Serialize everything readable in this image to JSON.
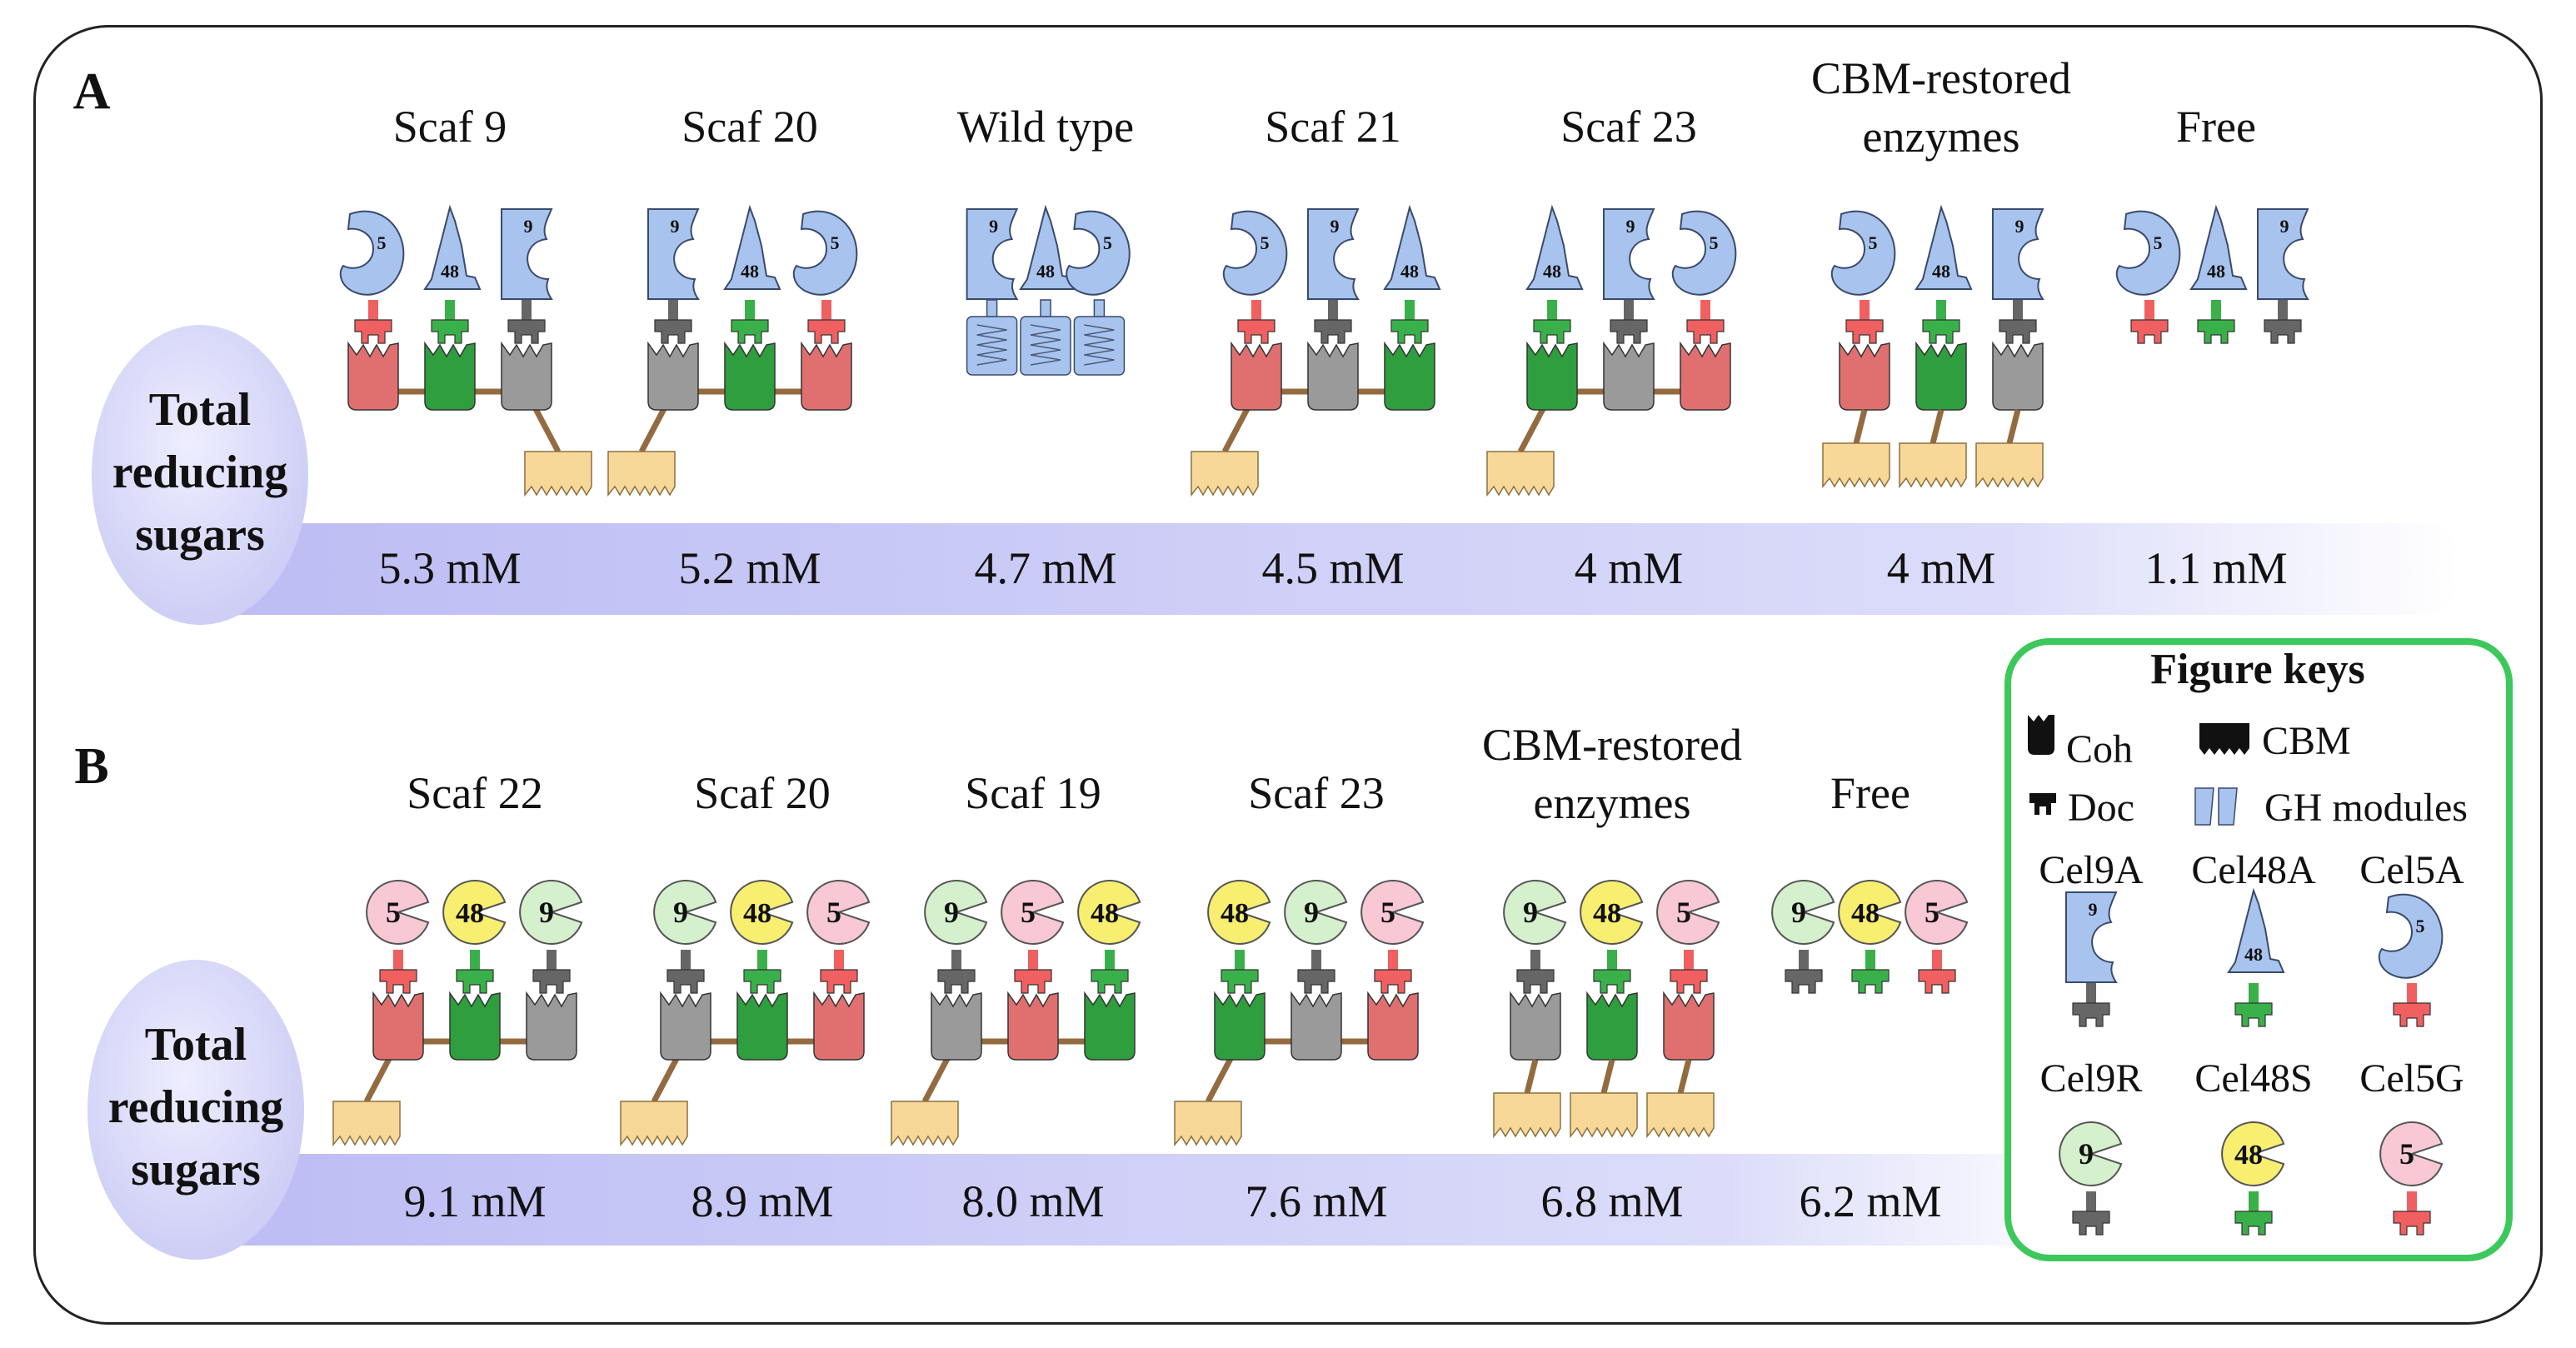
{
  "panels": [
    {
      "letter": "A",
      "left_label": [
        "Total",
        "reducing",
        "sugars"
      ],
      "columns": [
        {
          "title": [
            "Scaf 9"
          ],
          "value": "5.3 mM",
          "kind": "scaf",
          "mods": [
            "5",
            "48",
            "9"
          ],
          "cbm_pos": "right"
        },
        {
          "title": [
            "Scaf 20"
          ],
          "value": "5.2 mM",
          "kind": "scaf",
          "mods": [
            "9",
            "48",
            "5"
          ],
          "cbm_pos": "left"
        },
        {
          "title": [
            "Wild type"
          ],
          "value": "4.7 mM",
          "kind": "wild",
          "mods": [
            "9",
            "48",
            "5"
          ]
        },
        {
          "title": [
            "Scaf 21"
          ],
          "value": "4.5 mM",
          "kind": "scaf",
          "mods": [
            "5",
            "9",
            "48"
          ],
          "cbm_pos": "left"
        },
        {
          "title": [
            "Scaf 23"
          ],
          "value": "4 mM",
          "kind": "scaf",
          "mods": [
            "48",
            "9",
            "5"
          ],
          "cbm_pos": "left"
        },
        {
          "title": [
            "CBM-restored",
            "enzymes"
          ],
          "value": "4 mM",
          "kind": "cbmres",
          "mods": [
            "5",
            "48",
            "9"
          ]
        },
        {
          "title": [
            "Free"
          ],
          "value": "1.1 mM",
          "kind": "free",
          "mods": [
            "5",
            "48",
            "9"
          ]
        }
      ]
    },
    {
      "letter": "B",
      "left_label": [
        "Total",
        "reducing",
        "sugars"
      ],
      "columns": [
        {
          "title": [
            "Scaf 22"
          ],
          "value": "9.1 mM",
          "kind": "scaf",
          "mods": [
            "5",
            "48",
            "9"
          ],
          "cbm_pos": "left"
        },
        {
          "title": [
            "Scaf 20"
          ],
          "value": "8.9 mM",
          "kind": "scaf",
          "mods": [
            "9",
            "48",
            "5"
          ],
          "cbm_pos": "left"
        },
        {
          "title": [
            "Scaf 19"
          ],
          "value": "8.0 mM",
          "kind": "scaf",
          "mods": [
            "9",
            "5",
            "48"
          ],
          "cbm_pos": "left"
        },
        {
          "title": [
            "Scaf 23"
          ],
          "value": "7.6 mM",
          "kind": "scaf",
          "mods": [
            "48",
            "9",
            "5"
          ],
          "cbm_pos": "left"
        },
        {
          "title": [
            "CBM-restored",
            "enzymes"
          ],
          "value": "6.8 mM",
          "kind": "cbmres",
          "mods": [
            "9",
            "48",
            "5"
          ]
        },
        {
          "title": [
            "Free"
          ],
          "value": "6.2 mM",
          "kind": "free",
          "mods": [
            "9",
            "48",
            "5"
          ]
        }
      ]
    }
  ],
  "key": {
    "title": "Figure keys",
    "items": [
      "Coh",
      "CBM",
      "Doc",
      "GH modules"
    ],
    "enzymes": [
      {
        "name": "Cel9A",
        "num": "9",
        "style": "blue"
      },
      {
        "name": "Cel48A",
        "num": "48",
        "style": "blue"
      },
      {
        "name": "Cel5A",
        "num": "5",
        "style": "blue"
      },
      {
        "name": "Cel9R",
        "num": "9",
        "style": "pac"
      },
      {
        "name": "Cel48S",
        "num": "48",
        "style": "pac"
      },
      {
        "name": "Cel5G",
        "num": "5",
        "style": "pac"
      }
    ]
  },
  "colors": {
    "module_blue": "#a8c4ee",
    "cel9_pac": "#d4f0cc",
    "cel48_pac": "#f8ee70",
    "cel5_pac": "#f8c8d4",
    "doc_cel5": "#f06060",
    "doc_cel48": "#3ab04a",
    "doc_cel9": "#666666",
    "coh_cel5": "#e07070",
    "coh_cel48": "#2e9e3e",
    "coh_cel9": "#9a9a9a",
    "cbm": "#f8d898",
    "linker": "#946b40",
    "band": "#c8c8f6",
    "key_border": "#3cc85a"
  }
}
